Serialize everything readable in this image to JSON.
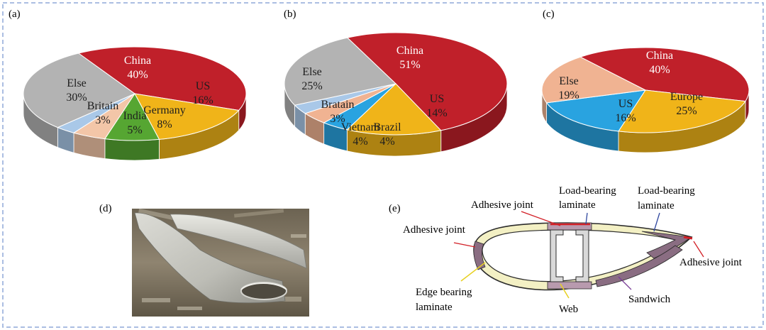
{
  "panels": {
    "a": "(a)",
    "b": "(b)",
    "c": "(c)",
    "d": "(d)",
    "e": "(e)"
  },
  "chart_data": [
    {
      "type": "pie",
      "panel": "(a)",
      "slices": [
        {
          "name": "China",
          "value": 40,
          "label": "40%",
          "color": "#c0202a"
        },
        {
          "name": "US",
          "value": 16,
          "label": "16%",
          "color": "#f0b419"
        },
        {
          "name": "Germany",
          "value": 8,
          "label": "8%",
          "color": "#56a632"
        },
        {
          "name": "India",
          "value": 5,
          "label": "5%",
          "color": "#f3c6a8"
        },
        {
          "name": "Britain",
          "value": 3,
          "label": "3%",
          "color": "#a9c8e8"
        },
        {
          "name": "Else",
          "value": 30,
          "label": "30%",
          "color": "#b3b3b3"
        }
      ]
    },
    {
      "type": "pie",
      "panel": "(b)",
      "slices": [
        {
          "name": "China",
          "value": 51,
          "label": "51%",
          "color": "#c0202a"
        },
        {
          "name": "US",
          "value": 14,
          "label": "14%",
          "color": "#f0b419"
        },
        {
          "name": "Brazil",
          "value": 4,
          "label": "4%",
          "color": "#29a3e0"
        },
        {
          "name": "Vietnam",
          "value": 4,
          "label": "4%",
          "color": "#f0b392"
        },
        {
          "name": "Bratain",
          "value": 3,
          "label": "3%",
          "color": "#a9c8e8"
        },
        {
          "name": "Else",
          "value": 25,
          "label": "25%",
          "color": "#b3b3b3"
        }
      ]
    },
    {
      "type": "pie",
      "panel": "(c)",
      "slices": [
        {
          "name": "China",
          "value": 40,
          "label": "40%",
          "color": "#c0202a"
        },
        {
          "name": "Europe",
          "value": 25,
          "label": "25%",
          "color": "#f0b419"
        },
        {
          "name": "US",
          "value": 16,
          "label": "16%",
          "color": "#29a3e0"
        },
        {
          "name": "Else",
          "value": 19,
          "label": "19%",
          "color": "#f0b392"
        }
      ]
    }
  ],
  "photo": {
    "subject": "decommissioned-wind-turbine-blades"
  },
  "diagram": {
    "labels": {
      "adhesive_joint_top": "Adhesive joint",
      "load_bearing_1_l1": "Load-bearing",
      "load_bearing_1_l2": "laminate",
      "load_bearing_2_l1": "Load-bearing",
      "load_bearing_2_l2": "laminate",
      "adhesive_joint_left": "Adhesive joint",
      "adhesive_joint_right": "Adhesive joint",
      "edge_bearing_l1": "Edge bearing",
      "edge_bearing_l2": "laminate",
      "web": "Web",
      "sandwich": "Sandwich"
    },
    "colors": {
      "shell": "#e9e6a8",
      "load_bearing": "#8a6d82",
      "edge": "#8a6d82",
      "web": "#d9d9d9",
      "red_leader": "#d21f26",
      "blue_leader": "#3048a0",
      "yellow_leader": "#e7d020",
      "purple_leader": "#7a3d96"
    }
  }
}
